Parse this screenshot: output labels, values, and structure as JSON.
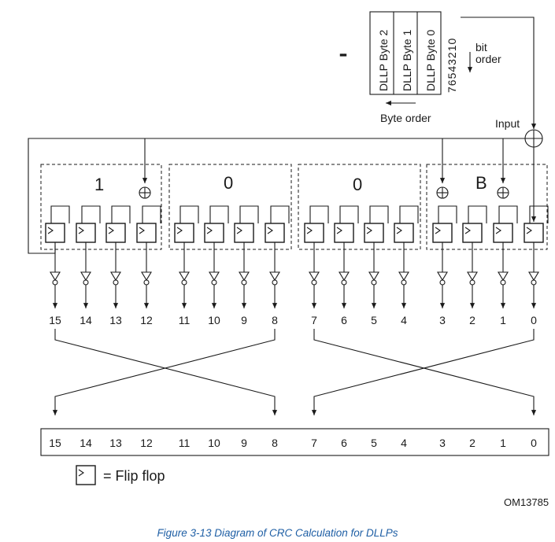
{
  "header": {
    "bytes": [
      "DLLP Byte 2",
      "DLLP Byte 1",
      "DLLP Byte 0"
    ],
    "bit_digits": "76543210",
    "bit_order": [
      "bit",
      "order"
    ],
    "byte_order": "Byte order",
    "ellipsis": "▪▪▪",
    "input": "Input"
  },
  "groups": [
    "1",
    "0",
    "0",
    "B"
  ],
  "register_bits": [
    "15",
    "14",
    "13",
    "12",
    "11",
    "10",
    "9",
    "8",
    "7",
    "6",
    "5",
    "4",
    "3",
    "2",
    "1",
    "0"
  ],
  "output_bits": [
    "15",
    "14",
    "13",
    "12",
    "11",
    "10",
    "9",
    "8",
    "7",
    "6",
    "5",
    "4",
    "3",
    "2",
    "1",
    "0"
  ],
  "legend": {
    "label": "= Flip flop"
  },
  "figure_id": "OM13785",
  "caption": "Figure  3-13  Diagram of CRC Calculation for DLLPs"
}
